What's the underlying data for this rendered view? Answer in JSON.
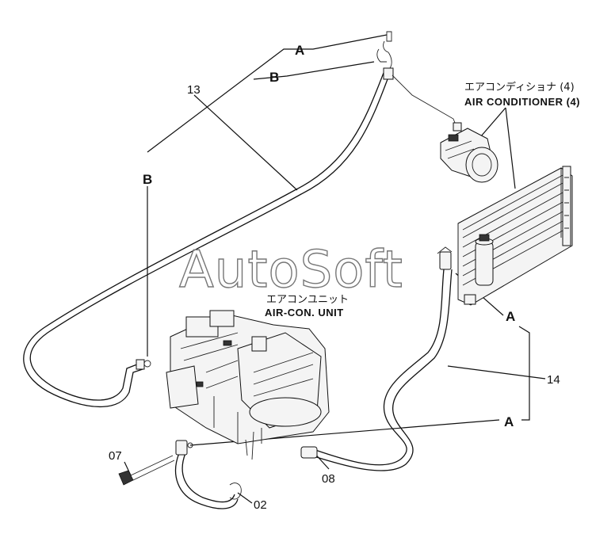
{
  "watermark": "AutoSoft",
  "labels": {
    "callout_a_top": "A",
    "callout_b_top": "B",
    "callout_b_left": "B",
    "callout_a_mid": "A",
    "callout_a_bottom": "A",
    "part_13": "13",
    "part_14": "14",
    "part_07": "07",
    "part_08": "08",
    "part_02": "02"
  },
  "air_conditioner": {
    "jp": "エアコンディショナ (4)",
    "en": "AIR CONDITIONER (4)"
  },
  "air_con_unit": {
    "jp": "エアコンユニット",
    "en": "AIR-CON. UNIT"
  }
}
